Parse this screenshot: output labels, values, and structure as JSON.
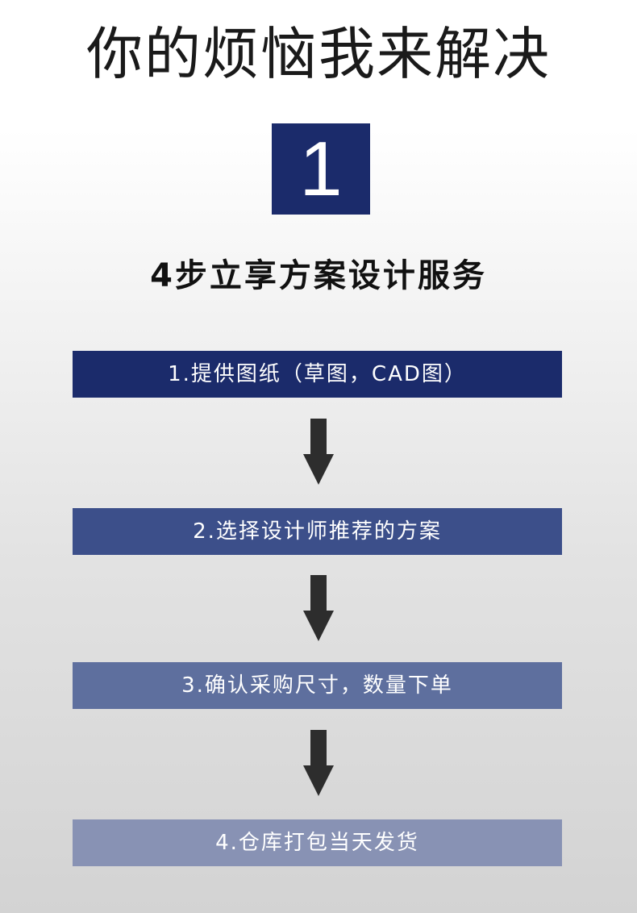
{
  "headline": "你的烦恼我来解决",
  "number": "1",
  "subtitle": "4步立享方案设计服务",
  "colors": {
    "step1": "#1b2b6b",
    "step2": "#3c4f8a",
    "step3": "#5e6f9e",
    "step4": "#8892b4",
    "arrow": "#2d2d2d"
  },
  "steps": [
    {
      "label": "1.提供图纸（草图，CAD图）"
    },
    {
      "label": "2.选择设计师推荐的方案"
    },
    {
      "label": "3.确认采购尺寸，数量下单"
    },
    {
      "label": "4.仓库打包当天发货"
    }
  ],
  "arrow_icon": "down-arrow-icon"
}
